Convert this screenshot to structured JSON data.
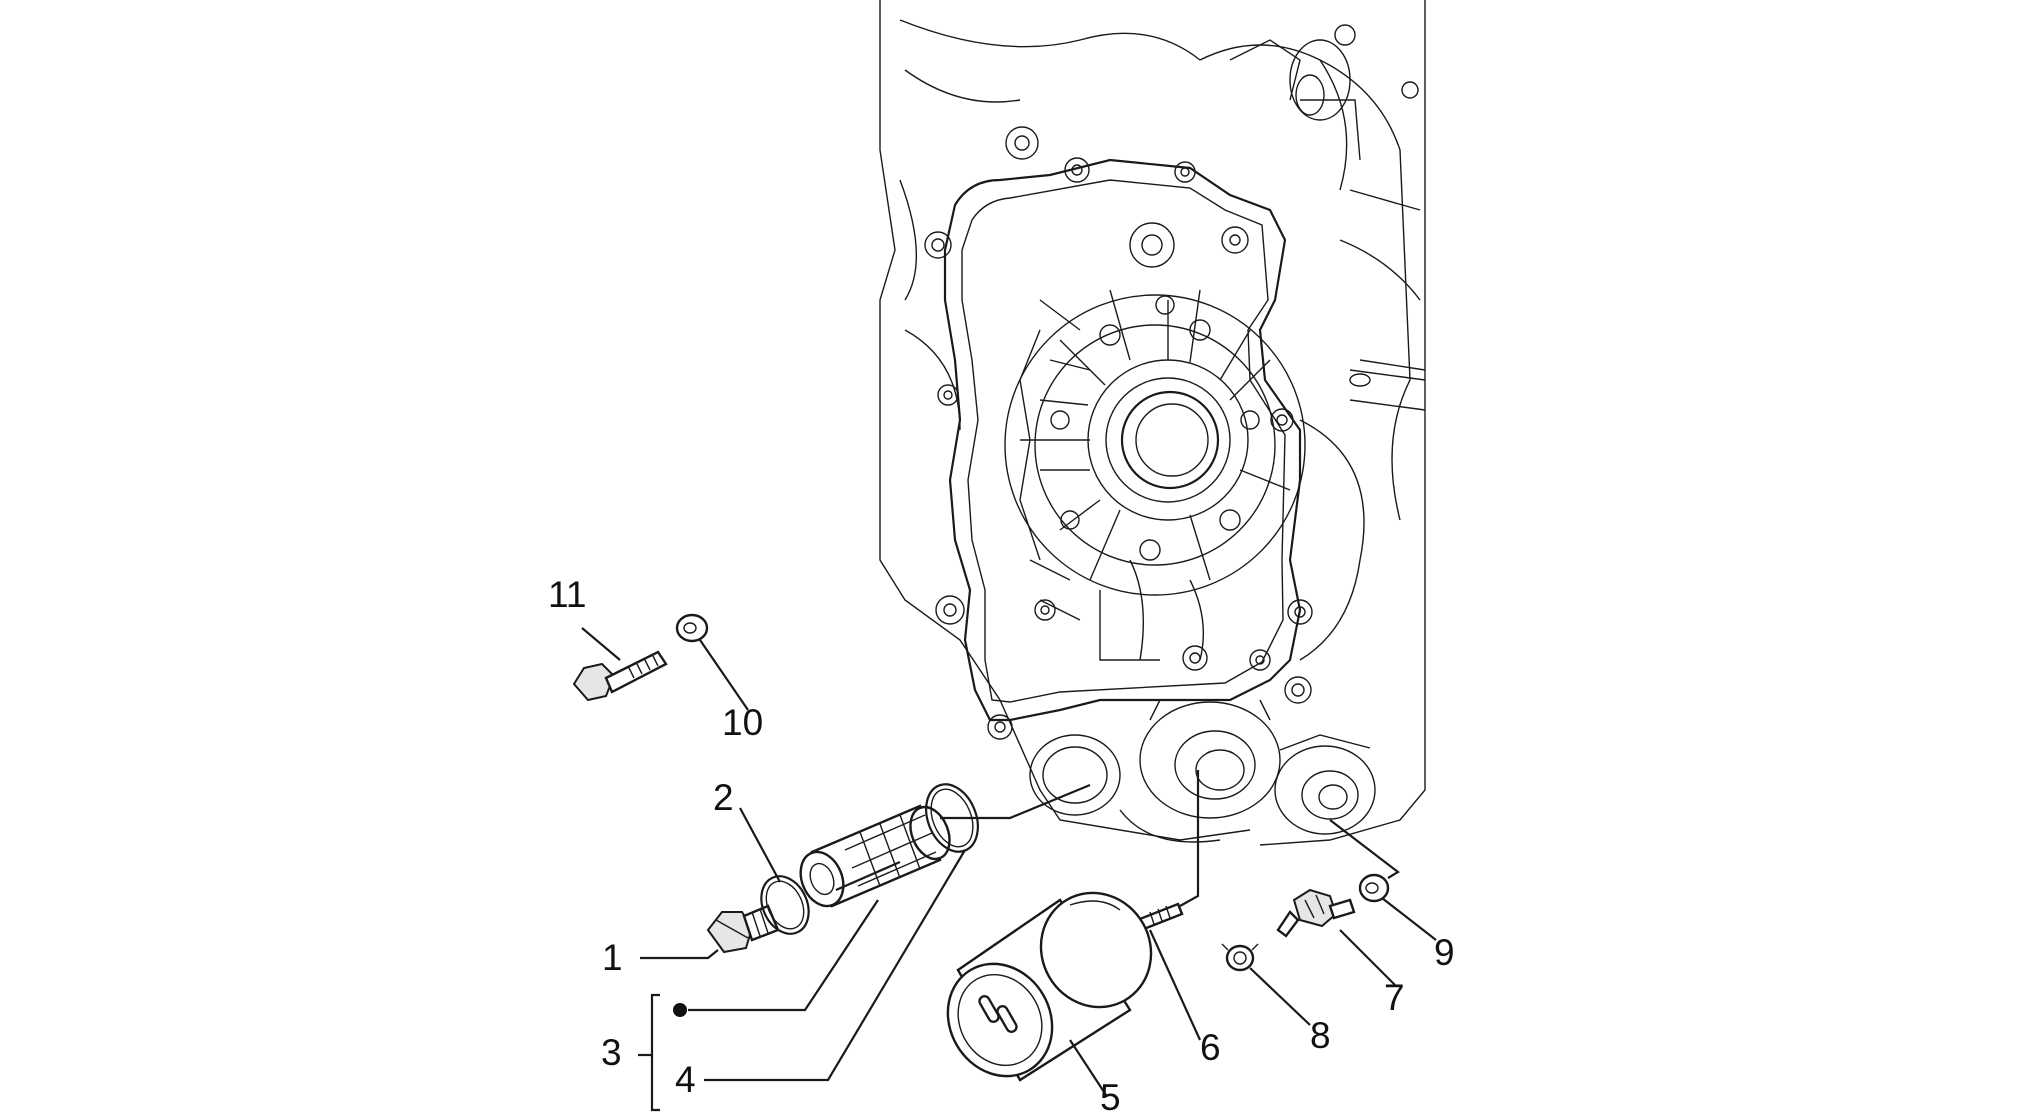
{
  "callouts": {
    "c1": "1",
    "c2": "2",
    "c3": "3",
    "c4": "4",
    "c5": "5",
    "c6": "6",
    "c7": "7",
    "c8": "8",
    "c9": "9",
    "c10": "10",
    "c11": "11"
  },
  "colors": {
    "line": "#1a1a1a",
    "background": "#ffffff",
    "shade": "#e6e6e6"
  },
  "icons": {
    "kit_marker": "filled-dot-icon"
  }
}
